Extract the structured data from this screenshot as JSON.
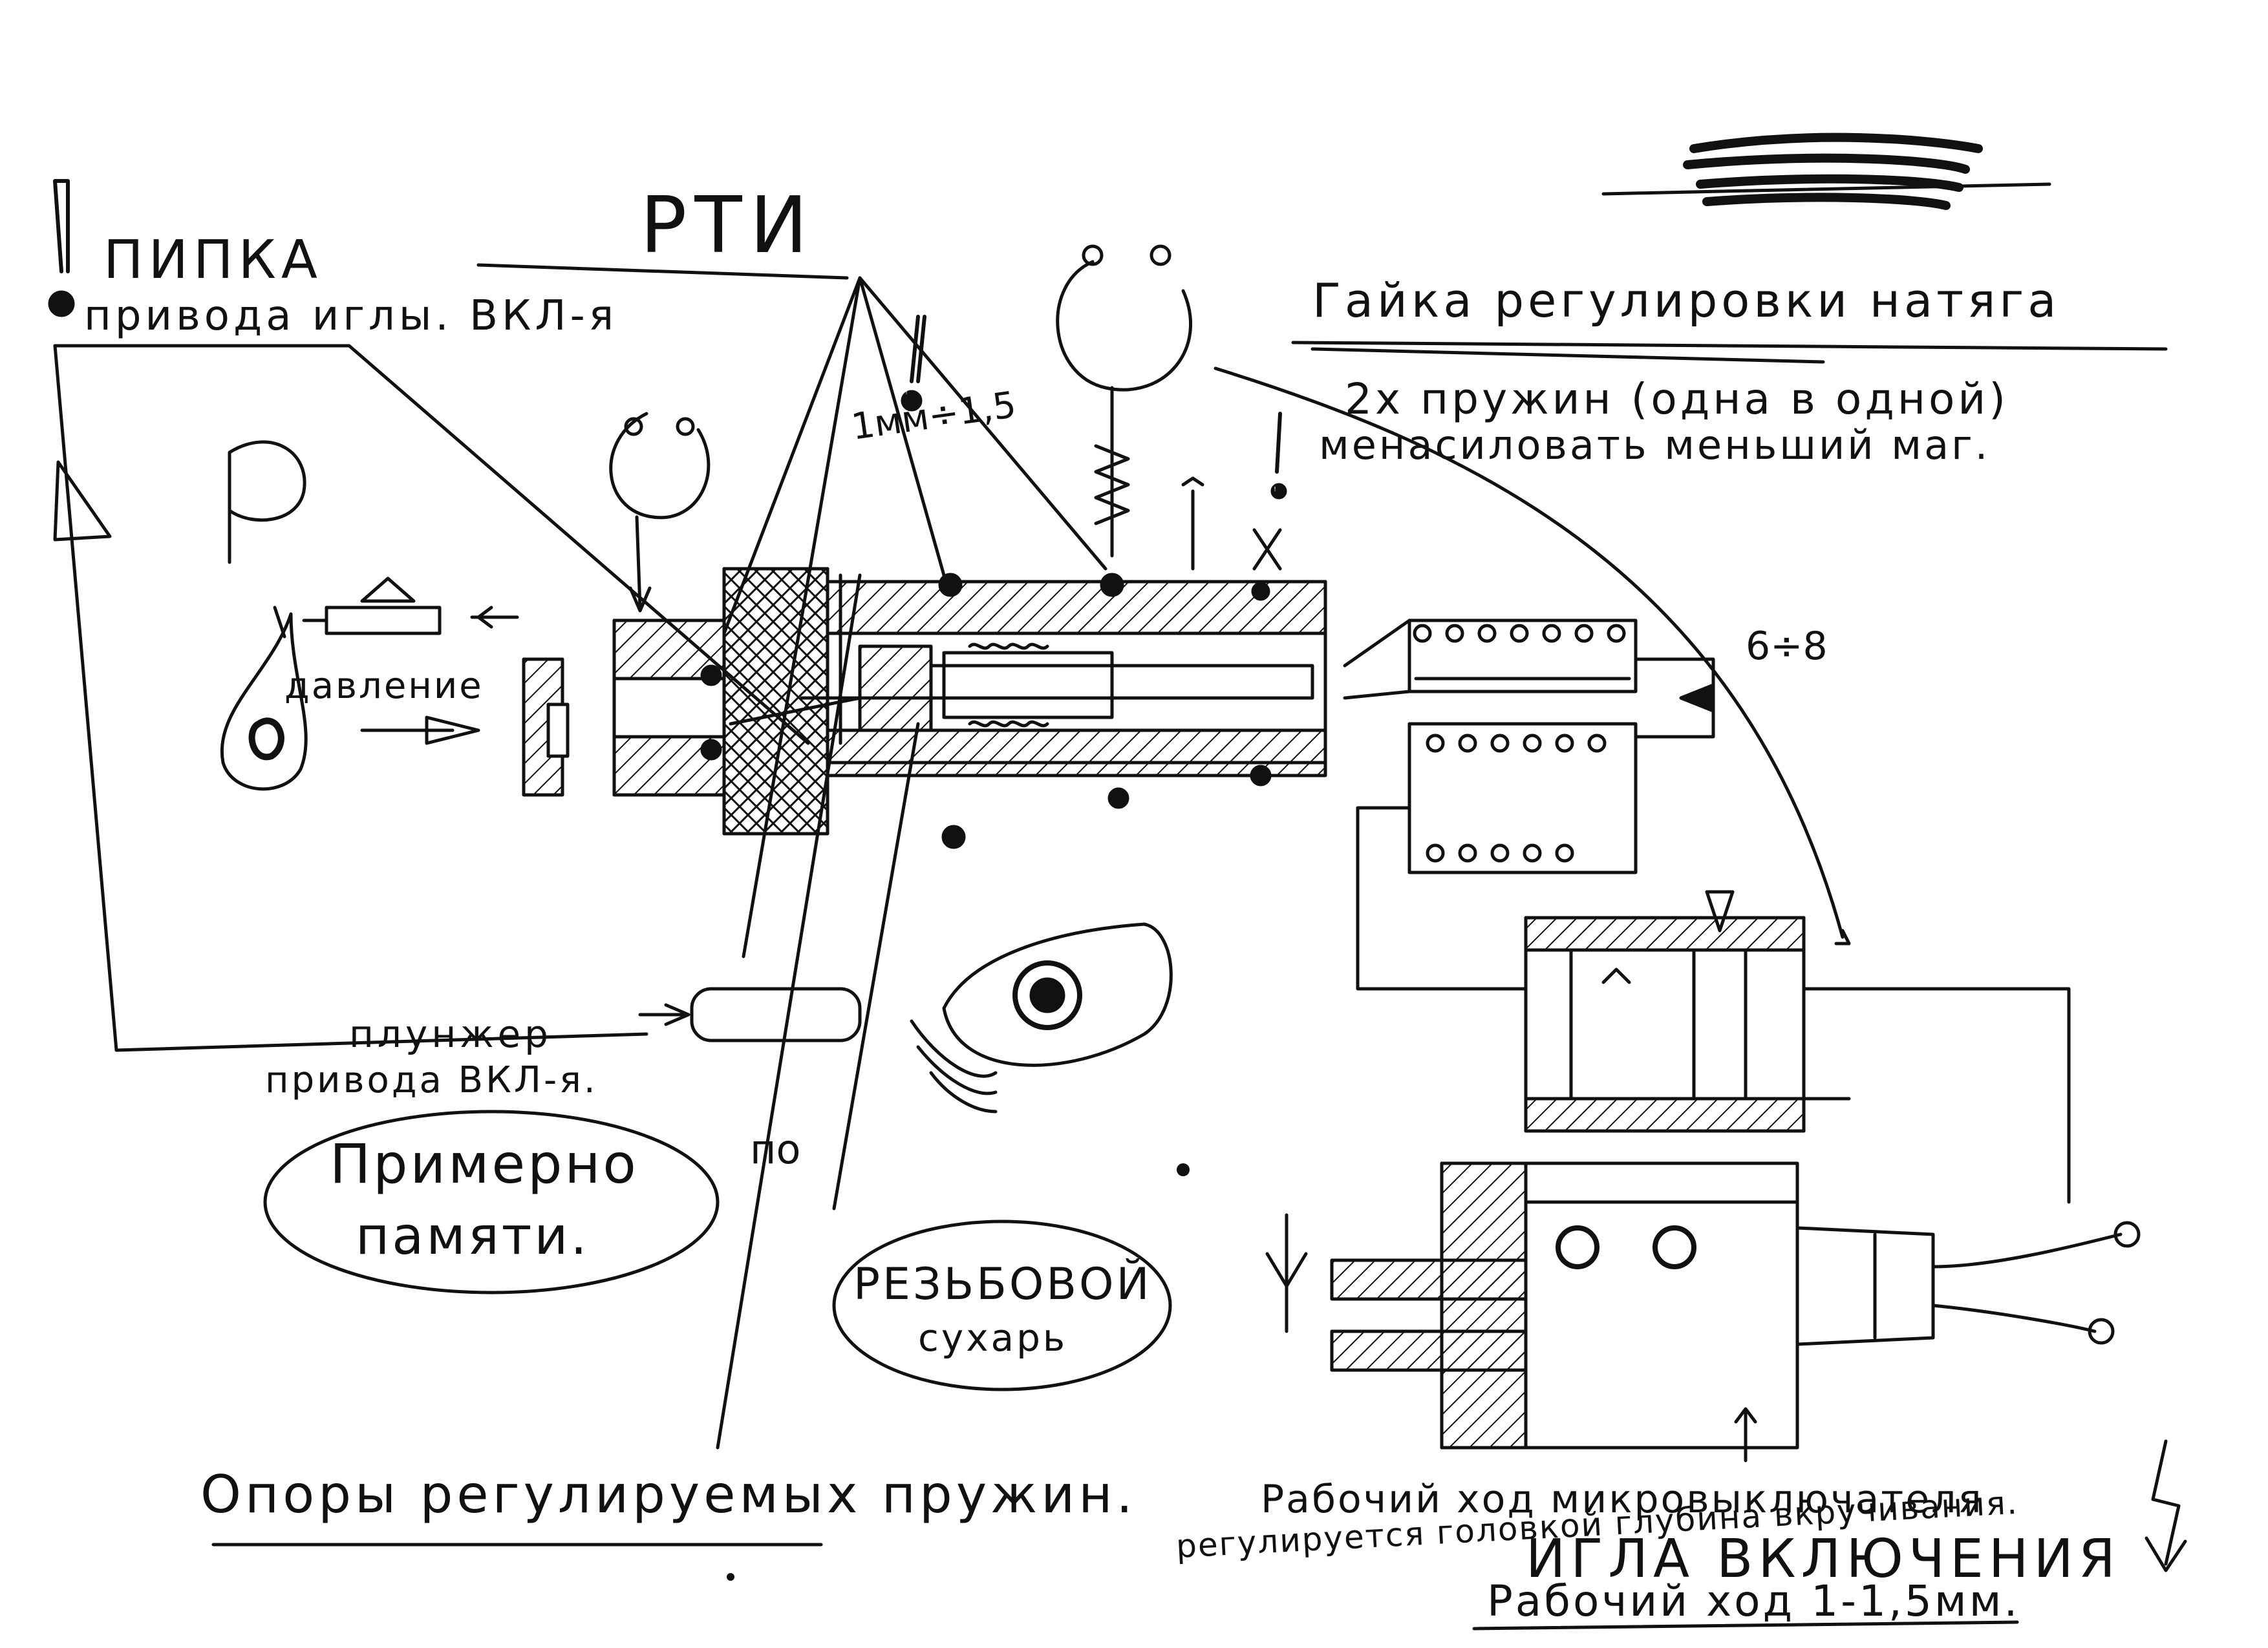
{
  "labels": {
    "exclaim_top_left": "!",
    "pipka": "ПИПКА",
    "pipka_sub": "привода иглы. ВКЛ-я",
    "rti": "РТИ",
    "p_letter": "Р",
    "davlenie": "давление",
    "mm_gap": "1мм÷1,5",
    "gaika": "Гайка регулировки натяга",
    "pruzhin_line1": "2х пружин (одна в одной)",
    "pruzhin_line2": "менасиловать меньший маг.",
    "exclaim_mid": "!",
    "exclaim_right": "!",
    "dim_68": "6÷8",
    "plunzher_line1": "плунжер",
    "plunzher_line2": "привода ВКЛ-я.",
    "primerno_line1": "Примерно",
    "primerno_po": "по",
    "primerno_line2": "памяти.",
    "rezbovoy_line1": "РЕЗЬБОВОЙ",
    "rezbovoy_line2": "сухарь",
    "opory": "Опоры регулируемых пружин.",
    "rabochiy_micro_line1": "Рабочий ход микровыключателя",
    "rabochiy_micro_line2": "регулируется головкой глубина вкручивания.",
    "igla": "ИГЛА ВКЛЮЧЕНИЯ",
    "rabochiy_hod": "Рабочий ход 1-1,5мм."
  },
  "colors": {
    "ink": "#111111",
    "paper": "#ffffff"
  }
}
